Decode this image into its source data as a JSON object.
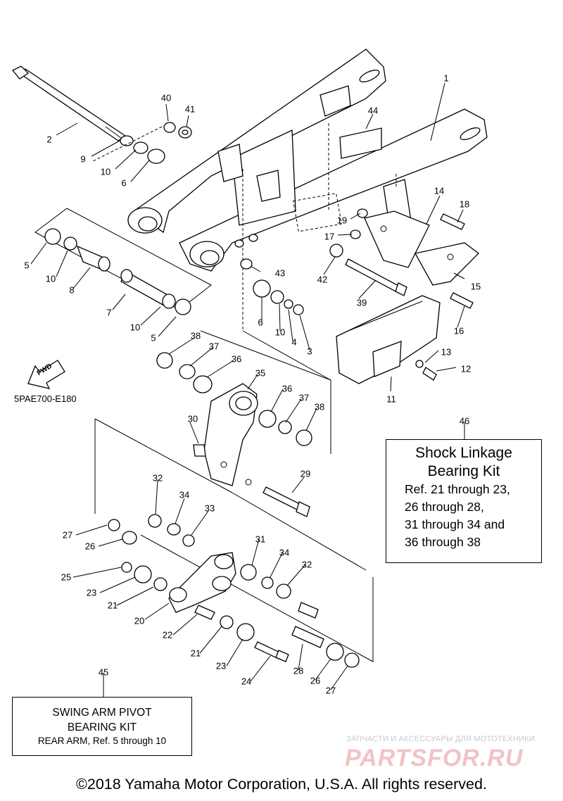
{
  "diagram": {
    "code": "5PAE700-E180",
    "fwd_label": "FWD",
    "callouts": [
      {
        "id": "c1",
        "label": "1"
      },
      {
        "id": "c2",
        "label": "2"
      },
      {
        "id": "c3",
        "label": "3"
      },
      {
        "id": "c4",
        "label": "4"
      },
      {
        "id": "c5a",
        "label": "5"
      },
      {
        "id": "c5b",
        "label": "5"
      },
      {
        "id": "c6a",
        "label": "6"
      },
      {
        "id": "c6b",
        "label": "6"
      },
      {
        "id": "c7",
        "label": "7"
      },
      {
        "id": "c8",
        "label": "8"
      },
      {
        "id": "c9",
        "label": "9"
      },
      {
        "id": "c10a",
        "label": "10"
      },
      {
        "id": "c10b",
        "label": "10"
      },
      {
        "id": "c10c",
        "label": "10"
      },
      {
        "id": "c10d",
        "label": "10"
      },
      {
        "id": "c11",
        "label": "11"
      },
      {
        "id": "c12",
        "label": "12"
      },
      {
        "id": "c13",
        "label": "13"
      },
      {
        "id": "c14",
        "label": "14"
      },
      {
        "id": "c15",
        "label": "15"
      },
      {
        "id": "c16",
        "label": "16"
      },
      {
        "id": "c17",
        "label": "17"
      },
      {
        "id": "c18",
        "label": "18"
      },
      {
        "id": "c19",
        "label": "19"
      },
      {
        "id": "c20",
        "label": "20"
      },
      {
        "id": "c21a",
        "label": "21"
      },
      {
        "id": "c21b",
        "label": "21"
      },
      {
        "id": "c22",
        "label": "22"
      },
      {
        "id": "c23a",
        "label": "23"
      },
      {
        "id": "c23b",
        "label": "23"
      },
      {
        "id": "c24",
        "label": "24"
      },
      {
        "id": "c25",
        "label": "25"
      },
      {
        "id": "c26a",
        "label": "26"
      },
      {
        "id": "c26b",
        "label": "26"
      },
      {
        "id": "c27a",
        "label": "27"
      },
      {
        "id": "c27b",
        "label": "27"
      },
      {
        "id": "c28",
        "label": "28"
      },
      {
        "id": "c29",
        "label": "29"
      },
      {
        "id": "c30",
        "label": "30"
      },
      {
        "id": "c31",
        "label": "31"
      },
      {
        "id": "c32a",
        "label": "32"
      },
      {
        "id": "c32b",
        "label": "32"
      },
      {
        "id": "c33",
        "label": "33"
      },
      {
        "id": "c34a",
        "label": "34"
      },
      {
        "id": "c34b",
        "label": "34"
      },
      {
        "id": "c35",
        "label": "35"
      },
      {
        "id": "c36a",
        "label": "36"
      },
      {
        "id": "c36b",
        "label": "36"
      },
      {
        "id": "c37a",
        "label": "37"
      },
      {
        "id": "c37b",
        "label": "37"
      },
      {
        "id": "c38a",
        "label": "38"
      },
      {
        "id": "c38b",
        "label": "38"
      },
      {
        "id": "c39",
        "label": "39"
      },
      {
        "id": "c40",
        "label": "40"
      },
      {
        "id": "c41",
        "label": "41"
      },
      {
        "id": "c42",
        "label": "42"
      },
      {
        "id": "c43",
        "label": "43"
      },
      {
        "id": "c44",
        "label": "44"
      },
      {
        "id": "c45",
        "label": "45"
      },
      {
        "id": "c46",
        "label": "46"
      }
    ]
  },
  "kit46": {
    "title_line1": "Shock Linkage",
    "title_line2": "Bearing Kit",
    "line1": "Ref. 21 through 23,",
    "line2": "26 through 28,",
    "line3": "31 through 34 and",
    "line4": "36 through 38"
  },
  "kit45": {
    "title_line1": "SWING ARM PIVOT",
    "title_line2": "BEARING KIT",
    "line1": "REAR ARM, Ref. 5 through 10"
  },
  "watermark": {
    "small": "ЗАПЧАСТИ И АКСЕССУАРЫ ДЛЯ МОТОТЕХНИКИ",
    "logo": "PARTSFOR.RU"
  },
  "copyright": "©2018 Yamaha Motor Corporation, U.S.A. All rights reserved."
}
